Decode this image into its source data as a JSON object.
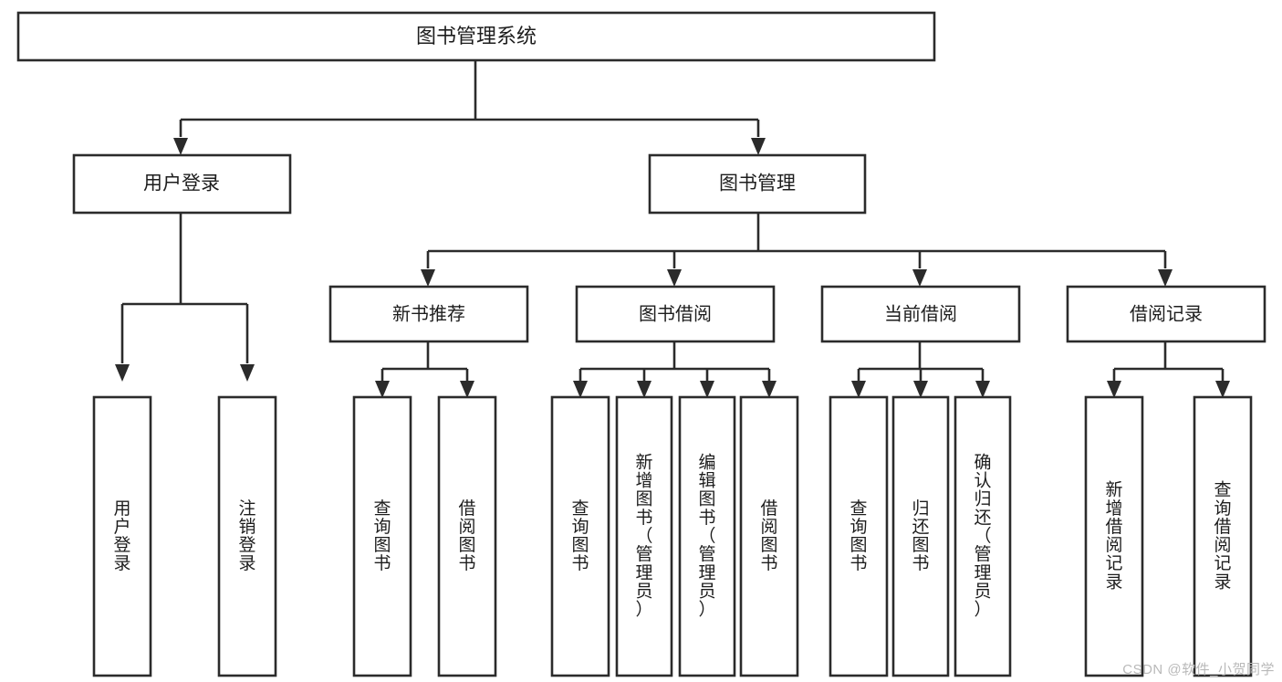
{
  "diagram": {
    "type": "tree-hierarchy",
    "title": "图书管理系统",
    "watermark": "CSDN @软件_小贺同学",
    "orientation": "top-down",
    "leaf_text_orientation": "vertical",
    "colors": {
      "stroke": "#2b2b2b",
      "fill": "#ffffff",
      "text": "#1d1d1d",
      "watermark": "#b9b9b9",
      "background": "#ffffff"
    },
    "root": {
      "label": "图书管理系统"
    },
    "level2": [
      {
        "id": "user-login",
        "label": "用户登录"
      },
      {
        "id": "book-management",
        "label": "图书管理"
      }
    ],
    "level3": [
      {
        "id": "new-book-recommend",
        "label": "新书推荐",
        "parent": "book-management"
      },
      {
        "id": "book-borrow",
        "label": "图书借阅",
        "parent": "book-management"
      },
      {
        "id": "current-borrow",
        "label": "当前借阅",
        "parent": "book-management"
      },
      {
        "id": "borrow-record",
        "label": "借阅记录",
        "parent": "book-management"
      }
    ],
    "leaves": [
      {
        "id": "leaf-user-login",
        "label": "用户登录",
        "parent": "user-login"
      },
      {
        "id": "leaf-user-logout",
        "label": "注销登录",
        "parent": "user-login"
      },
      {
        "id": "leaf-query-book-1",
        "label": "查询图书",
        "parent": "new-book-recommend"
      },
      {
        "id": "leaf-borrow-book-1",
        "label": "借阅图书",
        "parent": "new-book-recommend"
      },
      {
        "id": "leaf-query-book-2",
        "label": "查询图书",
        "parent": "book-borrow"
      },
      {
        "id": "leaf-add-book",
        "label": "新增图书（管理员）",
        "parent": "book-borrow"
      },
      {
        "id": "leaf-edit-book",
        "label": "编辑图书（管理员）",
        "parent": "book-borrow"
      },
      {
        "id": "leaf-borrow-book-2",
        "label": "借阅图书",
        "parent": "book-borrow"
      },
      {
        "id": "leaf-query-book-3",
        "label": "查询图书",
        "parent": "current-borrow"
      },
      {
        "id": "leaf-return-book",
        "label": "归还图书",
        "parent": "current-borrow"
      },
      {
        "id": "leaf-confirm-return",
        "label": "确认归还（管理员）",
        "parent": "current-borrow"
      },
      {
        "id": "leaf-add-record",
        "label": "新增借阅记录",
        "parent": "borrow-record"
      },
      {
        "id": "leaf-query-record",
        "label": "查询借阅记录",
        "parent": "borrow-record"
      }
    ]
  }
}
